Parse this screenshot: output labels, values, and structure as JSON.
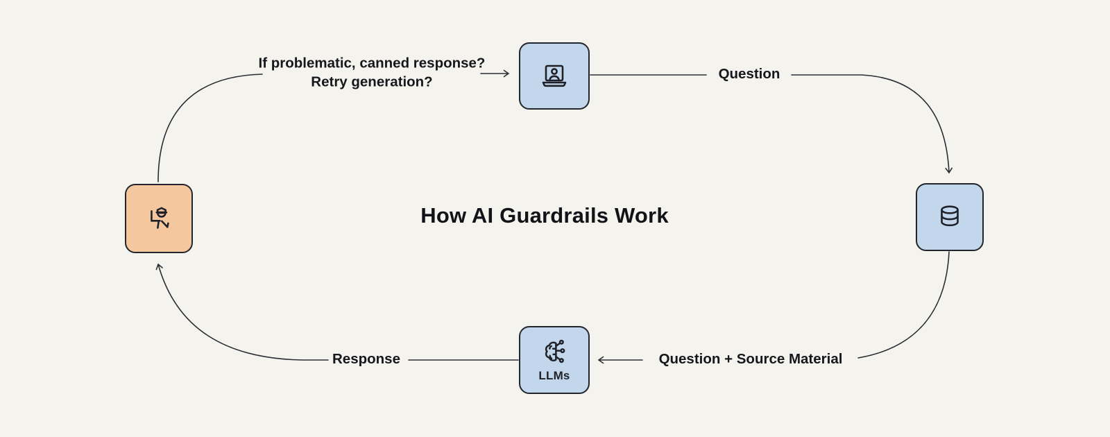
{
  "title": "How AI Guardrails Work",
  "colors": {
    "background": "#F5F3EE",
    "node_blue": "#C3D7EC",
    "node_orange": "#F5C79E",
    "stroke": "#23252C",
    "text": "#16171C"
  },
  "nodes": {
    "user": {
      "icon": "person-laptop-icon",
      "label": ""
    },
    "database": {
      "icon": "database-icon",
      "label": ""
    },
    "llm": {
      "icon": "brain-circuit-icon",
      "label": "LLMs"
    },
    "guardrail": {
      "icon": "police-officer-icon",
      "label": ""
    }
  },
  "edges": {
    "question": {
      "label": "Question"
    },
    "question_source": {
      "label": "Question + Source Material"
    },
    "response": {
      "label": "Response"
    },
    "guardrail_note": {
      "label": "If problematic, canned response? Retry generation?"
    }
  }
}
